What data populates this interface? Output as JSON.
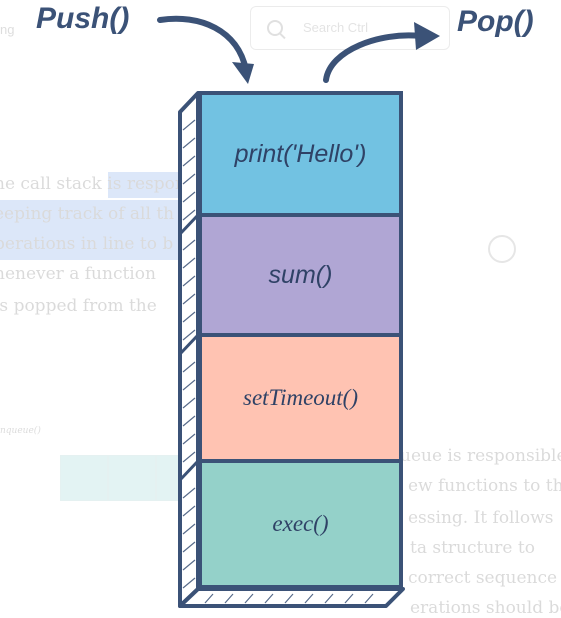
{
  "labels": {
    "push": "Push()",
    "pop": "Pop()"
  },
  "frames": [
    {
      "label": "print('Hello')",
      "color": "#72c2e2"
    },
    {
      "label": "sum()",
      "color": "#b0a6d4"
    },
    {
      "label": "setTimeout()",
      "color": "#ffc3b2"
    },
    {
      "label": "exec()",
      "color": "#94d1c9"
    }
  ],
  "colors": {
    "outline": "#3b5277",
    "text": "#2f4266",
    "side_fill": "#ffffff"
  },
  "background_text": {
    "nav": "ng",
    "search_placeholder": "Search Ctrl",
    "lines": [
      "he call stack is respon",
      "eeping track of all th",
      "perations in line to b",
      "henever a function",
      "is popped from the",
      "ueue is responsible",
      "ew functions to th",
      "essing. It follows",
      "ta structure to",
      "correct sequence",
      "erations should be"
    ],
    "diagram_caption": "nqueue()"
  }
}
